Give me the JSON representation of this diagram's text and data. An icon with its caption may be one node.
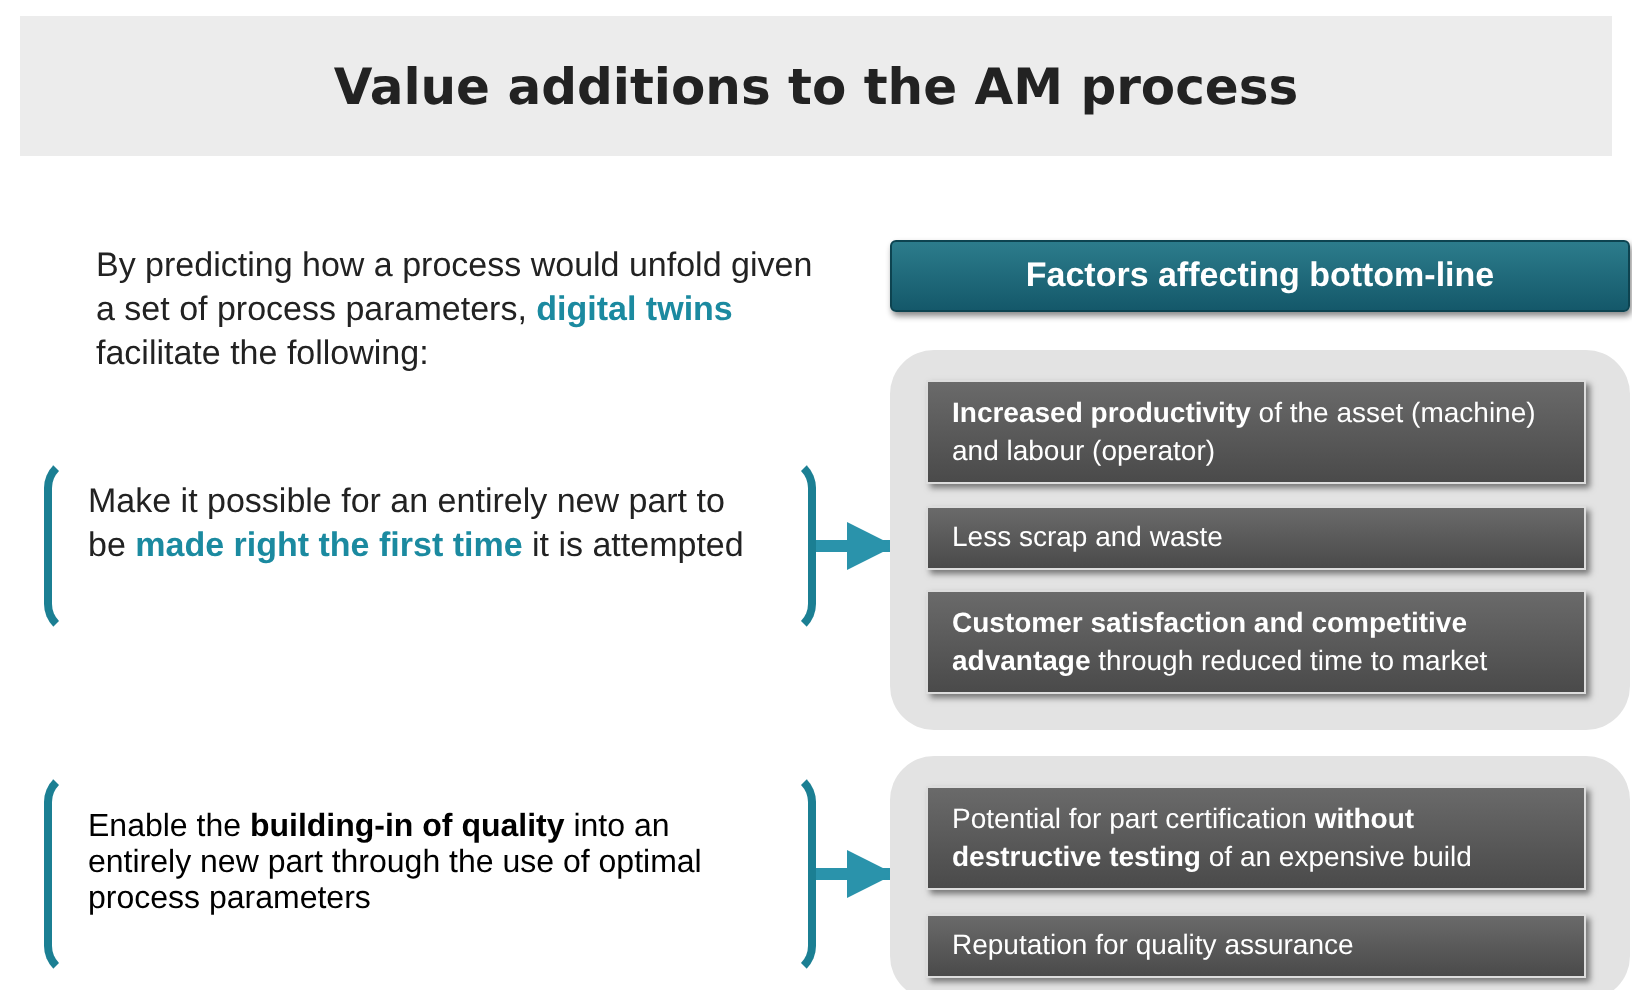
{
  "diagram": {
    "title": "Value additions to the AM process",
    "nodes": [
      {
        "text": [
          "Factors affecting bottom-line"
        ]
      },
      {
        "text": [
          "Make it possible for an entirely new part to be **made right the first time** it is attempted"
        ]
      },
      {
        "text": [],
        "shape": "box"
      },
      {
        "text": [
          "**Increased productivity** of the asset (machine) and labour (operator)"
        ],
        "in": 2
      },
      {
        "text": [
          "Less scrap and waste"
        ],
        "in": 2
      },
      {
        "text": [
          "**Customer satisfaction and competitive advantage** through reduced time to market"
        ],
        "in": 2
      },
      {
        "text": [
          "Enable the **building-in of quality** into an entirely new part through the use of optimal process parameters"
        ]
      },
      {
        "text": [],
        "shape": "box"
      },
      {
        "text": [
          "Potential for part certification **without destructive testing** of an expensive build"
        ],
        "in": 7
      },
      {
        "text": [
          "Reputation for quality assurance"
        ],
        "in": 7
      }
    ],
    "edges": [
      {
        "from": 1,
        "to": 2,
        "arrow": "to"
      },
      {
        "from": 6,
        "to": 7,
        "arrow": "to"
      }
    ],
    "labels": [
      "By predicting how a process would unfold given a set of process parameters, **digital twins** facilitate the following:"
    ]
  }
}
